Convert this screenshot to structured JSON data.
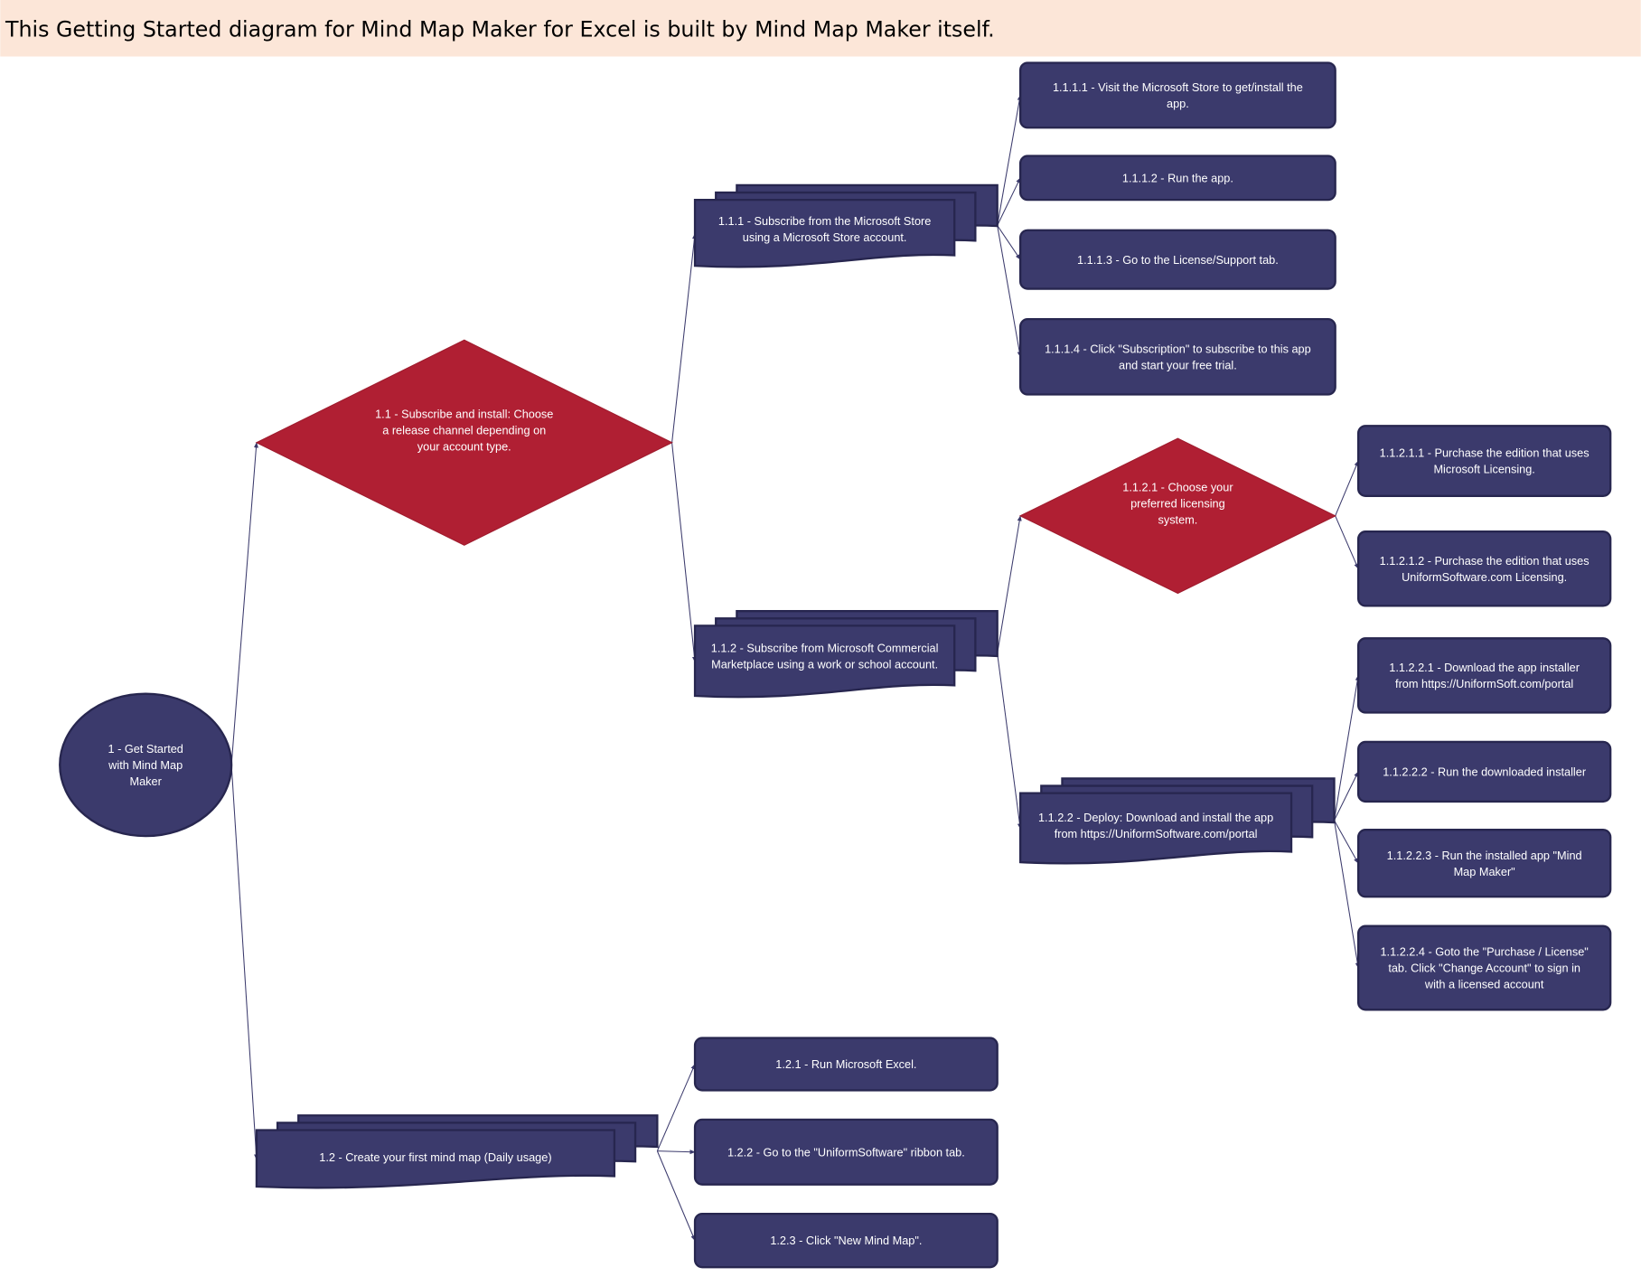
{
  "header": {
    "title": "This Getting Started diagram for Mind Map Maker for Excel is built by Mind Map Maker itself."
  },
  "colors": {
    "node_fill": "#3b3a6c",
    "decision_fill": "#b01f33",
    "header_bg": "#fce6d8",
    "text": "#ffffff"
  },
  "nodes": {
    "n1": {
      "lines": [
        "1 - Get Started",
        "with Mind Map",
        "Maker"
      ]
    },
    "n11": {
      "lines": [
        "1.1 - Subscribe and install: Choose",
        "a release channel depending on",
        "your account type."
      ]
    },
    "n111": {
      "lines": [
        "1.1.1 - Subscribe from the Microsoft Store",
        "using a Microsoft Store account."
      ]
    },
    "n1111": {
      "lines": [
        "1.1.1.1 - Visit the Microsoft Store to get/install the",
        "app."
      ]
    },
    "n1112": {
      "lines": [
        "1.1.1.2 - Run the app."
      ]
    },
    "n1113": {
      "lines": [
        "1.1.1.3 - Go to the License/Support tab."
      ]
    },
    "n1114": {
      "lines": [
        "1.1.1.4 - Click \"Subscription\" to subscribe to this app",
        "and start your free trial."
      ]
    },
    "n112": {
      "lines": [
        "1.1.2 - Subscribe from Microsoft Commercial",
        "Marketplace using a work or school account."
      ]
    },
    "n1121": {
      "lines": [
        "1.1.2.1 - Choose your",
        "preferred licensing",
        "system."
      ]
    },
    "n11211": {
      "lines": [
        "1.1.2.1.1 - Purchase the edition that uses",
        "Microsoft Licensing."
      ]
    },
    "n11212": {
      "lines": [
        "1.1.2.1.2 - Purchase the edition that uses",
        "UniformSoftware.com Licensing."
      ]
    },
    "n1122": {
      "lines": [
        "1.1.2.2 - Deploy: Download and install the app",
        "from https://UniformSoftware.com/portal"
      ]
    },
    "n11221": {
      "lines": [
        "1.1.2.2.1 - Download the app installer",
        "from https://UniformSoft.com/portal"
      ]
    },
    "n11222": {
      "lines": [
        "1.1.2.2.2 - Run the downloaded installer"
      ]
    },
    "n11223": {
      "lines": [
        "1.1.2.2.3 - Run the installed app \"Mind",
        "Map Maker\""
      ]
    },
    "n11224": {
      "lines": [
        "1.1.2.2.4 - Goto the \"Purchase / License\"",
        "tab. Click \"Change Account\" to sign in",
        "with a licensed account"
      ]
    },
    "n12": {
      "lines": [
        "1.2 - Create your first mind map (Daily usage)"
      ]
    },
    "n121": {
      "lines": [
        "1.2.1 - Run Microsoft Excel."
      ]
    },
    "n122": {
      "lines": [
        "1.2.2 - Go to the \"UniformSoftware\" ribbon tab."
      ]
    },
    "n123": {
      "lines": [
        "1.2.3 - Click \"New Mind Map\"."
      ]
    }
  }
}
